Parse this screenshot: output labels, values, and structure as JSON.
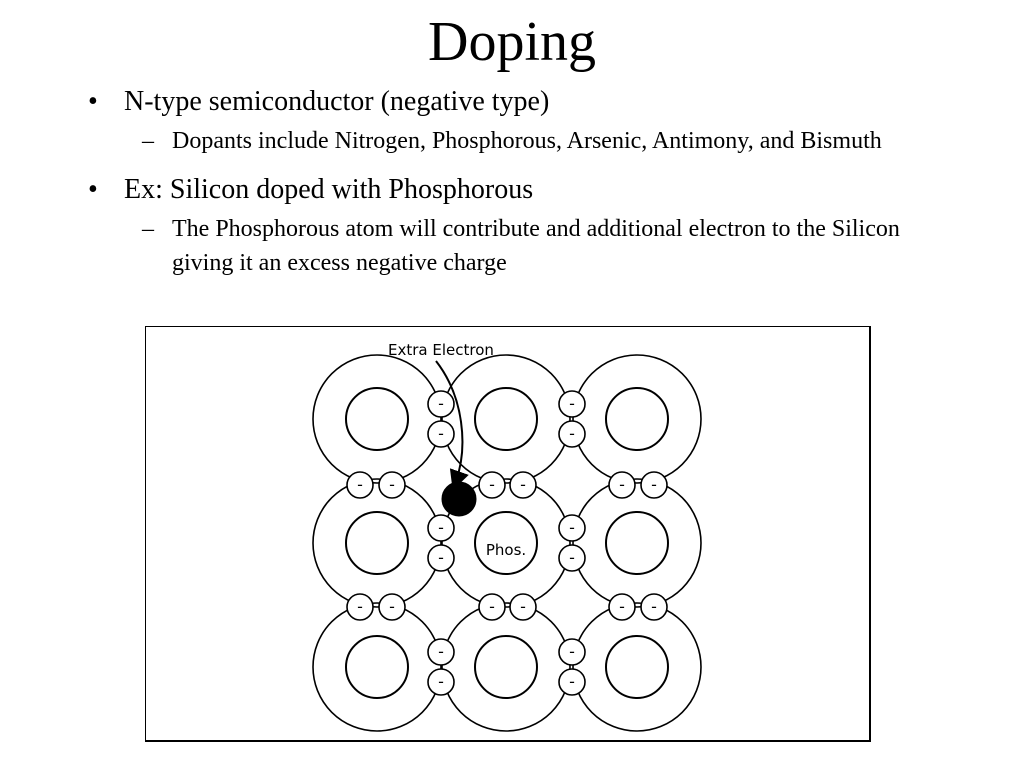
{
  "slide": {
    "title": "Doping",
    "bullets": [
      {
        "marker": "•",
        "text": "N-type semiconductor (negative type)",
        "sub": [
          {
            "marker": "–",
            "text": "Dopants include Nitrogen, Phosphorous, Arsenic, Antimony, and Bismuth"
          }
        ]
      },
      {
        "marker": "•",
        "text": "Ex: Silicon doped with Phosphorous",
        "sub": [
          {
            "marker": "–",
            "text": "The Phosphorous atom will contribute and additional electron to the Silicon giving it an excess negative charge"
          }
        ]
      }
    ]
  },
  "diagram": {
    "extra_label": "Extra Electron",
    "center_label": "Phos.",
    "electron_sign": "-"
  }
}
